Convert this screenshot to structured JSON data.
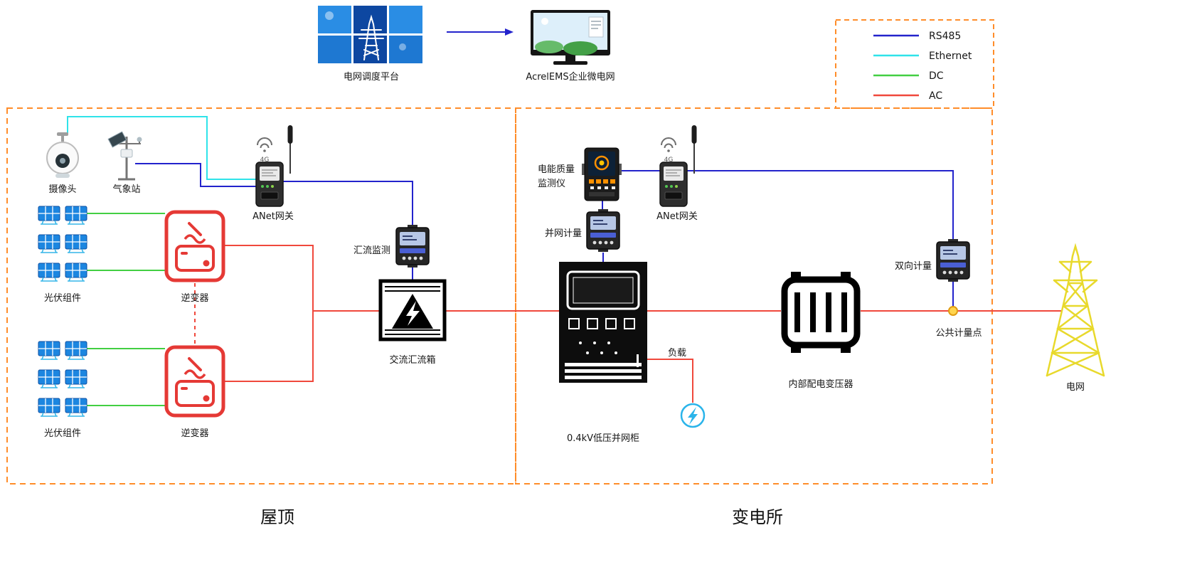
{
  "colors": {
    "rs485": "#2323cc",
    "ethernet": "#2fe3e9",
    "dc": "#43cf43",
    "ac": "#f0483c",
    "box": "#ff8d2a",
    "grid_yellow": "#e8d92c",
    "load_blue": "#2ab4ea",
    "metering_point": "#ffd54f"
  },
  "legend": {
    "rs485": "RS485",
    "ethernet": "Ethernet",
    "dc": "DC",
    "ac": "AC"
  },
  "top": {
    "dispatch": "电网调度平台",
    "ems": "AcrelEMS企业微电网"
  },
  "zones": {
    "rooftop": "屋顶",
    "substation": "变电所"
  },
  "rooftop": {
    "camera": "摄像头",
    "weather": "气象站",
    "gateway": "ANet网关",
    "gateway_badge": "4G",
    "combiner_monitor": "汇流监测",
    "pv1": "光伏组件",
    "pv2": "光伏组件",
    "inverter1": "逆变器",
    "inverter2": "逆变器",
    "ac_combiner": "交流汇流箱"
  },
  "substation": {
    "pq1": "电能质量",
    "pq2": "监测仪",
    "grid_meter": "并网计量",
    "gateway": "ANet网关",
    "gateway_badge": "4G",
    "cabinet": "0.4kV低压并网柜",
    "load": "负载",
    "transformer": "内部配电变压器",
    "bidir_meter": "双向计量",
    "public_point": "公共计量点",
    "grid": "电网"
  }
}
